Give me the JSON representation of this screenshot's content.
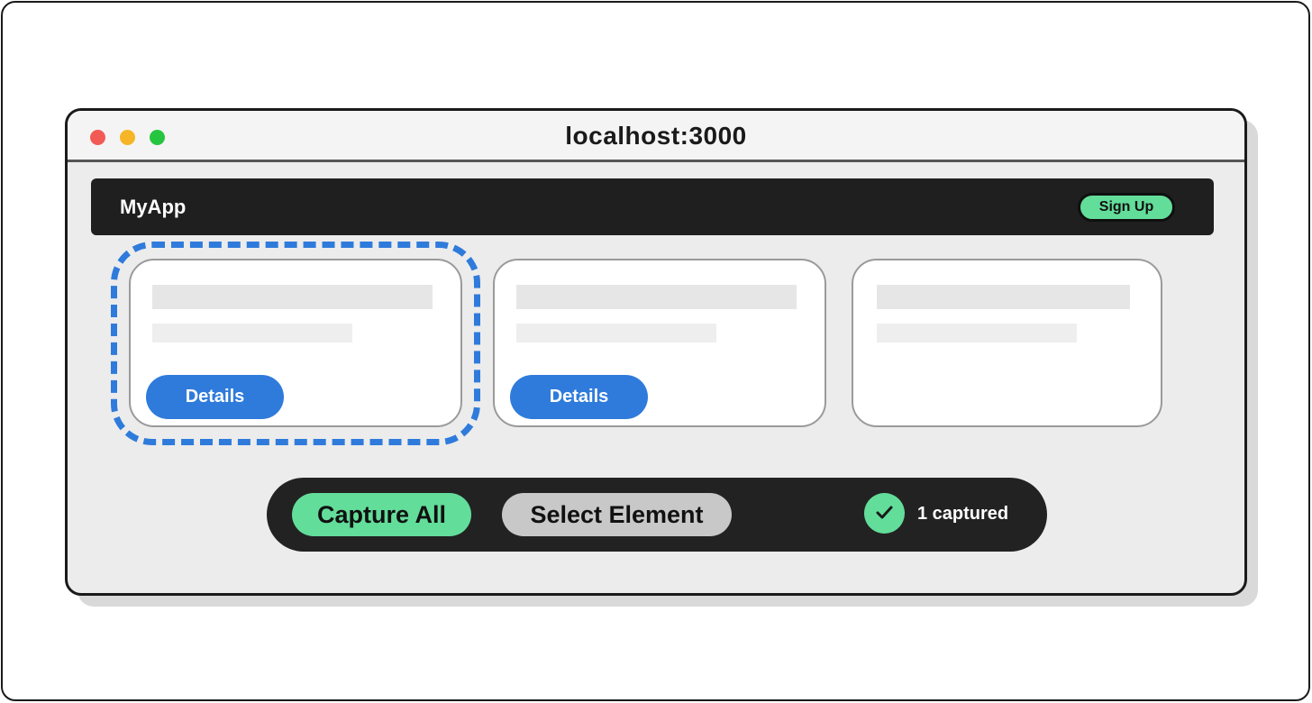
{
  "browser": {
    "url": "localhost:3000"
  },
  "navbar": {
    "brand": "MyApp",
    "signup_label": "Sign Up"
  },
  "cards": [
    {
      "details_label": "Details"
    },
    {
      "details_label": "Details"
    }
  ],
  "toolbar": {
    "capture_all_label": "Capture All",
    "select_element_label": "Select Element",
    "status_text": "1 captured"
  },
  "colors": {
    "accent_green": "#63dd9a",
    "accent_blue": "#2f7bdb",
    "dark": "#1f1f1f"
  },
  "icons": {
    "status": "check-icon"
  }
}
